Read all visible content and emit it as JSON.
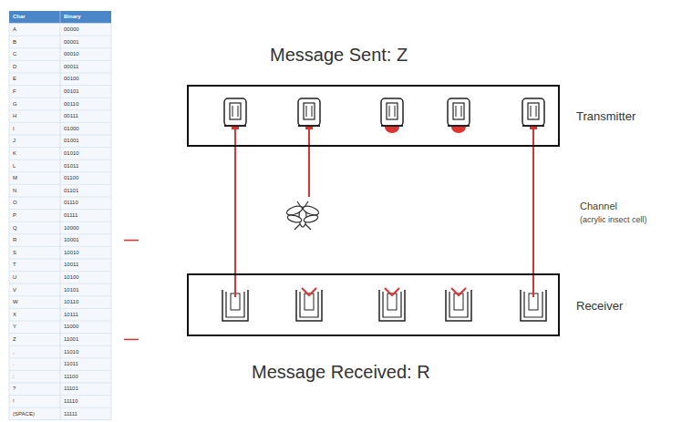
{
  "diagram": {
    "nodes": [
      {
        "text": [
          "Transmitter"
        ]
      },
      {
        "text": [
          "Receiver"
        ]
      }
    ],
    "edges": [
      {
        "from": 0,
        "to": 1,
        "arrow": "none"
      },
      {
        "from": 0,
        "to": 1,
        "arrow": "none"
      }
    ],
    "labels": [
      "Message Sent: Z",
      "Channel",
      "(acrylic insect cell)",
      "Message Received: R",
      "Char",
      "Binary",
      "A",
      "00000",
      "B",
      "00001",
      "C",
      "00010",
      "D",
      "00011",
      "E",
      "00100",
      "F",
      "00101",
      "G",
      "00110",
      "H",
      "00111",
      "I",
      "01000",
      "J",
      "01001",
      "K",
      "01010",
      "L",
      "01011",
      "M",
      "01100",
      "N",
      "01101",
      "O",
      "01110",
      "P",
      "01111",
      "Q",
      "10000",
      "R",
      "10001",
      "S",
      "10010",
      "T",
      "10011",
      "U",
      "10100",
      "V",
      "10101",
      "W",
      "10110",
      "X",
      "10111",
      "Y",
      "11000",
      "Z",
      "11001",
      ",",
      "11010",
      ".",
      "11011",
      ":",
      "11100",
      "?",
      "11101",
      "!",
      "11110",
      "(SPACE)",
      "11111"
    ]
  }
}
